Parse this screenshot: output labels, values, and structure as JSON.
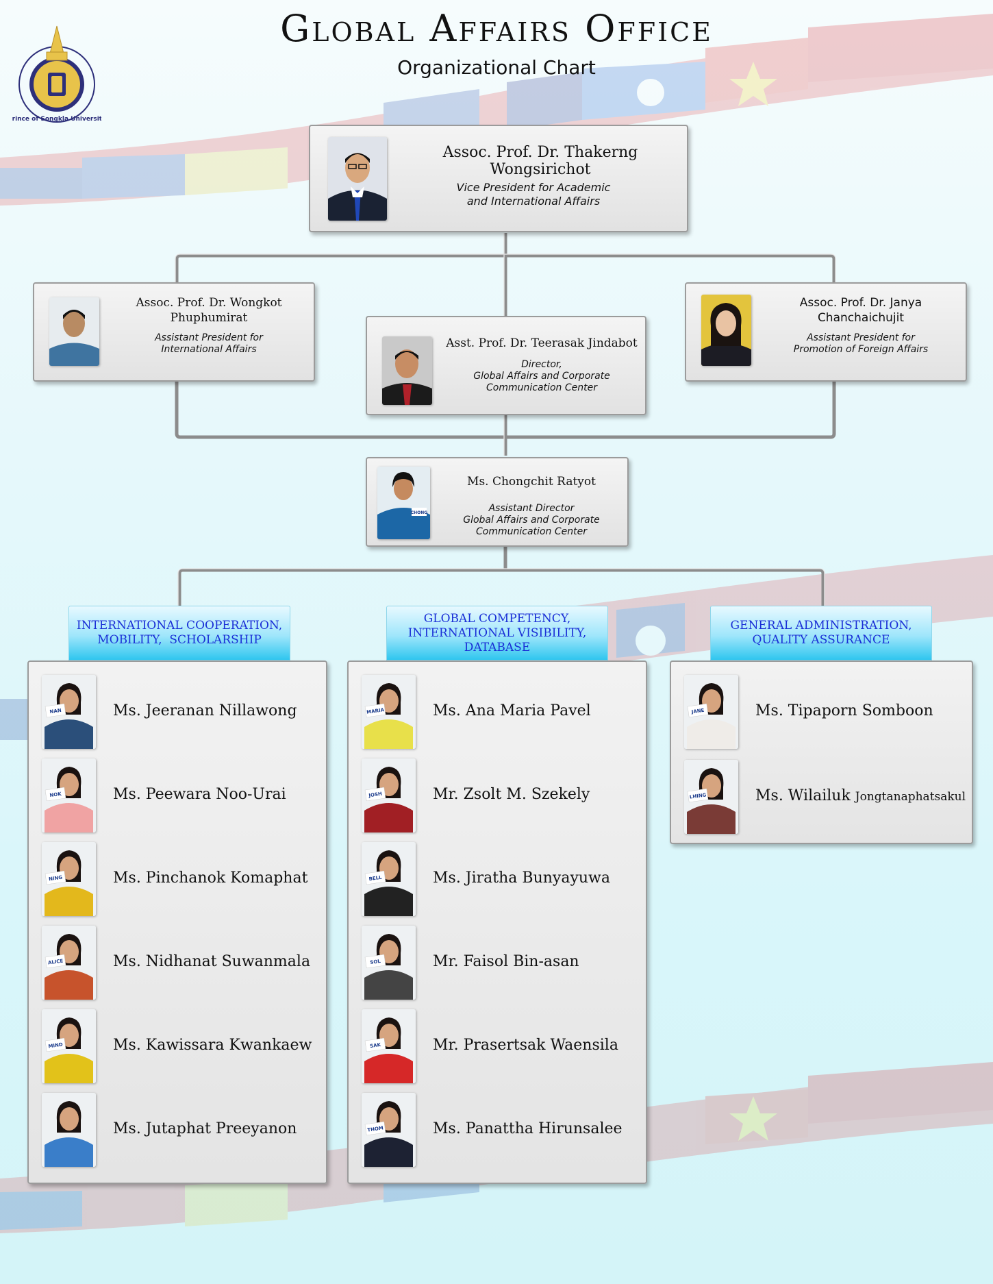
{
  "header": {
    "title": "Global Affairs Office",
    "subtitle": "Organizational Chart",
    "logo_text": "Prince of Songkla University"
  },
  "vice_president": {
    "name": "Assoc. Prof. Dr. Thakerng Wongsirichot",
    "role_line1": "Vice President for Academic",
    "role_line2": "and International Affairs",
    "photo_icon": "man-in-suit-photo"
  },
  "assistant_presidents": [
    {
      "name_line1": "Assoc. Prof. Dr. Wongkot",
      "name_line2": "Phuphumirat",
      "role_line1": "Assistant President for",
      "role_line2": "International Affairs"
    },
    {
      "name_line1": "Assoc. Prof. Dr. Janya",
      "name_line2": "Chanchaichujit",
      "role_line1": "Assistant President for",
      "role_line2": "Promotion of Foreign Affairs"
    }
  ],
  "director": {
    "name": "Asst. Prof. Dr. Teerasak Jindabot",
    "role_line1": "Director,",
    "role_line2": "Global Affairs and Corporate",
    "role_line3": "Communication Center"
  },
  "assistant_director": {
    "name": "Ms. Chongchit Ratyot",
    "role_line1": "Assistant Director",
    "role_line2": "Global Affairs and Corporate",
    "role_line3": "Communication Center",
    "nametag": "CHONG"
  },
  "departments": [
    {
      "title_line1": "INTERNATIONAL COOPERATION,",
      "title_line2": "MOBILITY,  SCHOLARSHIP",
      "title_line3": "",
      "staff": [
        {
          "name": "Ms. Jeeranan Nillawong",
          "tag": "NAN",
          "shirt": "#2b4f7a"
        },
        {
          "name": "Ms. Peewara Noo-Urai",
          "tag": "NOK",
          "shirt": "#f0a3a3"
        },
        {
          "name": "Ms. Pinchanok Komaphat",
          "tag": "NING",
          "shirt": "#e3b81c"
        },
        {
          "name": "Ms. Nidhanat Suwanmala",
          "tag": "ALICE",
          "shirt": "#c7532c"
        },
        {
          "name": "Ms. Kawissara Kwankaew",
          "tag": "MIND",
          "shirt": "#e2c21a"
        },
        {
          "name": "Ms. Jutaphat Preeyanon",
          "tag": "",
          "shirt": "#3a7ec9"
        }
      ]
    },
    {
      "title_line1": "GLOBAL COMPETENCY,",
      "title_line2": "INTERNATIONAL VISIBILITY,",
      "title_line3": "DATABASE",
      "staff": [
        {
          "name": "Ms. Ana Maria Pavel",
          "tag": "MARIA",
          "shirt": "#e8e04a"
        },
        {
          "name": "Mr. Zsolt M. Szekely",
          "tag": "JOSH",
          "shirt": "#a11f24"
        },
        {
          "name": "Ms. Jiratha Bunyayuwa",
          "tag": "BELL",
          "shirt": "#222222"
        },
        {
          "name": "Mr. Faisol Bin-asan",
          "tag": "SOL",
          "shirt": "#444444"
        },
        {
          "name": "Mr. Prasertsak Waensila",
          "tag": "SAK",
          "shirt": "#d62828"
        },
        {
          "name": "Ms. Panattha Hirunsalee",
          "tag": "THOM",
          "shirt": "#1d2233"
        }
      ]
    },
    {
      "title_line1": "GENERAL ADMINISTRATION,",
      "title_line2": "QUALITY ASSURANCE",
      "title_line3": "",
      "staff": [
        {
          "name": "Ms. Tipaporn Somboon",
          "tag": "JANE",
          "shirt": "#efece8"
        },
        {
          "name_main": "Ms. Wilailuk ",
          "name_small": "Jongtanaphatsakul",
          "tag": "LHING",
          "shirt": "#7a3b36"
        }
      ]
    }
  ],
  "colors": {
    "dept_text": "#1a2fd6",
    "connector": "#8c8c8c",
    "card_border": "#9b9b9b"
  }
}
